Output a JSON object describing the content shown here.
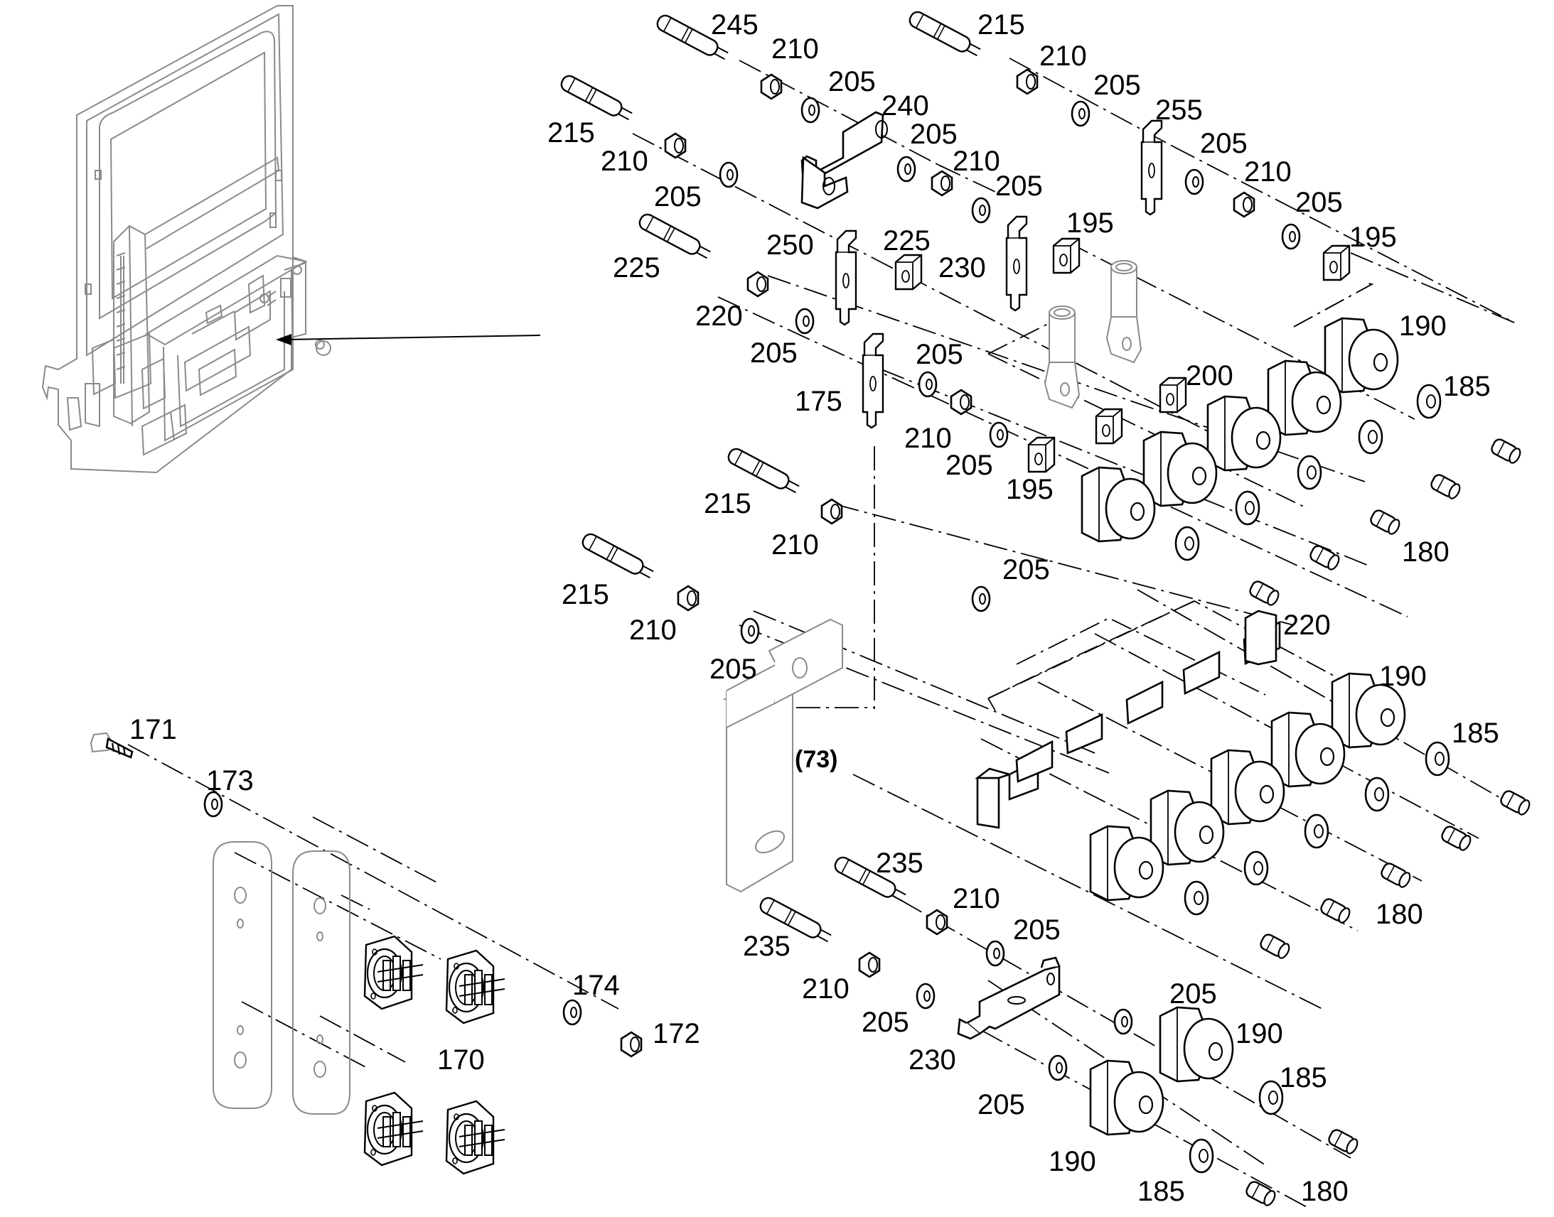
{
  "diagram": {
    "labels": [
      {
        "id": "l245",
        "text": "245"
      },
      {
        "id": "l215a",
        "text": "215"
      },
      {
        "id": "l210a",
        "text": "210"
      },
      {
        "id": "l205a",
        "text": "205"
      },
      {
        "id": "l240",
        "text": "240"
      },
      {
        "id": "l215b",
        "text": "215"
      },
      {
        "id": "l210b",
        "text": "210"
      },
      {
        "id": "l205b",
        "text": "205"
      },
      {
        "id": "l205c",
        "text": "205"
      },
      {
        "id": "l210c",
        "text": "210"
      },
      {
        "id": "l205d",
        "text": "205"
      },
      {
        "id": "l210d",
        "text": "210"
      },
      {
        "id": "l205e",
        "text": "205"
      },
      {
        "id": "l255",
        "text": "255"
      },
      {
        "id": "l205f",
        "text": "205"
      },
      {
        "id": "l210e",
        "text": "210"
      },
      {
        "id": "l205g",
        "text": "205"
      },
      {
        "id": "l195a",
        "text": "195"
      },
      {
        "id": "l195b",
        "text": "195"
      },
      {
        "id": "l250",
        "text": "250"
      },
      {
        "id": "l225a",
        "text": "225"
      },
      {
        "id": "l230a",
        "text": "230"
      },
      {
        "id": "l225b",
        "text": "225"
      },
      {
        "id": "l220a",
        "text": "220"
      },
      {
        "id": "l205h",
        "text": "205"
      },
      {
        "id": "l175",
        "text": "175"
      },
      {
        "id": "l205i",
        "text": "205"
      },
      {
        "id": "l210f",
        "text": "210"
      },
      {
        "id": "l205j",
        "text": "205"
      },
      {
        "id": "l195c",
        "text": "195"
      },
      {
        "id": "l200",
        "text": "200"
      },
      {
        "id": "l190a",
        "text": "190"
      },
      {
        "id": "l185a",
        "text": "185"
      },
      {
        "id": "l180a",
        "text": "180"
      },
      {
        "id": "l215c",
        "text": "215"
      },
      {
        "id": "l210g",
        "text": "210"
      },
      {
        "id": "l205k",
        "text": "205"
      },
      {
        "id": "l215d",
        "text": "215"
      },
      {
        "id": "l210h",
        "text": "210"
      },
      {
        "id": "l205l",
        "text": "205"
      },
      {
        "id": "l220b",
        "text": "220"
      },
      {
        "id": "l190b",
        "text": "190"
      },
      {
        "id": "l185b",
        "text": "185"
      },
      {
        "id": "l180b",
        "text": "180"
      },
      {
        "id": "l73",
        "text": "(73)"
      },
      {
        "id": "l171",
        "text": "171"
      },
      {
        "id": "l173",
        "text": "173"
      },
      {
        "id": "l174",
        "text": "174"
      },
      {
        "id": "l172",
        "text": "172"
      },
      {
        "id": "l170",
        "text": "170"
      },
      {
        "id": "l235a",
        "text": "235"
      },
      {
        "id": "l210i",
        "text": "210"
      },
      {
        "id": "l205m",
        "text": "205"
      },
      {
        "id": "l235b",
        "text": "235"
      },
      {
        "id": "l210j",
        "text": "210"
      },
      {
        "id": "l205n",
        "text": "205"
      },
      {
        "id": "l230b",
        "text": "230"
      },
      {
        "id": "l205o",
        "text": "205"
      },
      {
        "id": "l190c",
        "text": "190"
      },
      {
        "id": "l205p",
        "text": "205"
      },
      {
        "id": "l185c",
        "text": "185"
      },
      {
        "id": "l190d",
        "text": "190"
      },
      {
        "id": "l185d",
        "text": "185"
      },
      {
        "id": "l180c",
        "text": "180"
      }
    ]
  }
}
